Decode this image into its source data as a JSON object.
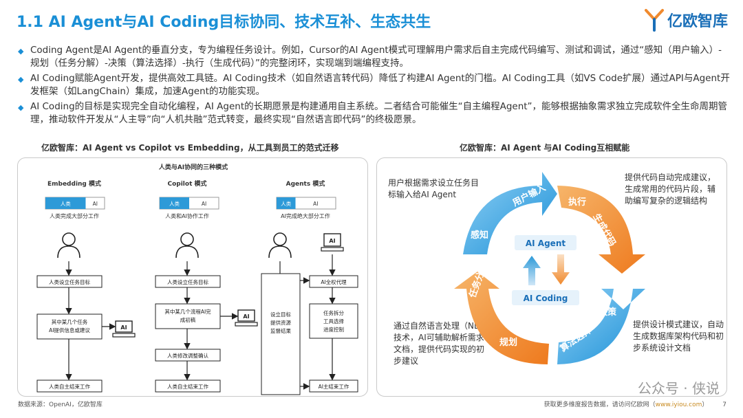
{
  "title": "1.1 AI Agent与AI Coding目标协同、技术互补、生态共生",
  "logo_text": "亿欧智库",
  "bullets": [
    "Coding Agent是AI Agent的垂直分支，专为编程任务设计。例如，Cursor的AI Agent模式可理解用户需求后自主完成代码编写、测试和调试，通过“感知（用户输入）-规划（任务分解）-决策（算法选择）-执行（生成代码）”的完整闭环，实现端到端编程支持。",
    "AI Coding赋能Agent开发，提供高效工具链。AI Coding技术（如自然语言转代码）降低了构建AI Agent的门槛。AI Coding工具（如VS Code扩展）通过API与Agent开发框架（如LangChain）集成，加速Agent的功能实现。",
    "AI Coding的目标是实现完全自动化编程，AI Agent的长期愿景是构建通用自主系统。二者结合可能催生“自主编程Agent”，能够根据抽象需求独立完成软件全生命周期管理，推动软件开发从“人主导”向“人机共融”范式转变，最终实现“自然语言即代码”的终极愿景。"
  ],
  "left_panel": {
    "heading": "亿欧智库：AI Agent vs Copilot vs Embedding，从工具到员工的范式迁移",
    "inner_title": "人类与AI协同的三种模式",
    "modes": [
      {
        "name": "Embedding 模式",
        "bar_human": "人类",
        "bar_ai": "AI",
        "caption": "人类完成大部分工作",
        "human_share": 0.68
      },
      {
        "name": "Copilot 模式",
        "bar_human": "人类",
        "bar_ai": "AI",
        "caption": "人类和AI协作工作",
        "human_share": 0.5
      },
      {
        "name": "Agents 模式",
        "bar_human": "人类",
        "bar_ai": "AI",
        "caption": "AI完成绝大部分工作",
        "human_share": 0.32
      }
    ],
    "emb_steps": [
      "人类设立任务目标",
      "其中某几个任务\nAI提供信息或建议",
      "人类自主结束工作"
    ],
    "cop_steps": [
      "人类设立任务目标",
      "其中某几个流程AI完\n成初稿",
      "人类修改调整确认",
      "人类自主结束工作"
    ],
    "agent_steps": [
      "AI全权代理",
      "任务拆分\n工具选择\n进度控制",
      "AI主结束工作"
    ],
    "agent_side": "设立目标\n提供资源\n监督结果",
    "ai_icon_label": "AI"
  },
  "right_panel": {
    "heading": "亿欧智库：AI Agent 与AI Coding互相赋能",
    "top_left": "用户根据需求设立任务目标输入给AI Agent",
    "top_right": "提供代码自动完成建议，生成常用的代码片段，辅助编写复杂的逻辑结构",
    "bottom_left": "通过自然语言处理（NLP）技术，AI可辅助解析需求文档，提供代码实现的初步建议",
    "bottom_right": "提供设计模式建议，自动生成数据库架构代码和初步系统设计文档",
    "center_top": "AI Agent",
    "center_bottom": "AI Coding",
    "arc_labels": {
      "user_input": "用户输入",
      "perceive": "感知",
      "execute": "执行",
      "generate": "生成代码",
      "task": "任务分解",
      "plan": "规划",
      "decide": "决策",
      "algo": "算法选择"
    }
  },
  "footer": {
    "source": "数据来源：OpenAI，亿欧智库",
    "right_prefix": "获取更多维度报告数据，请访问亿欧网（",
    "right_link": "www.iyiou.com",
    "right_suffix": "）",
    "page_number": "7"
  },
  "watermark": "公众号 · 侠说",
  "colors": {
    "accent": "#1a8fd6",
    "orange": "#f08a2e",
    "light_blue": "#cfe6f7"
  }
}
